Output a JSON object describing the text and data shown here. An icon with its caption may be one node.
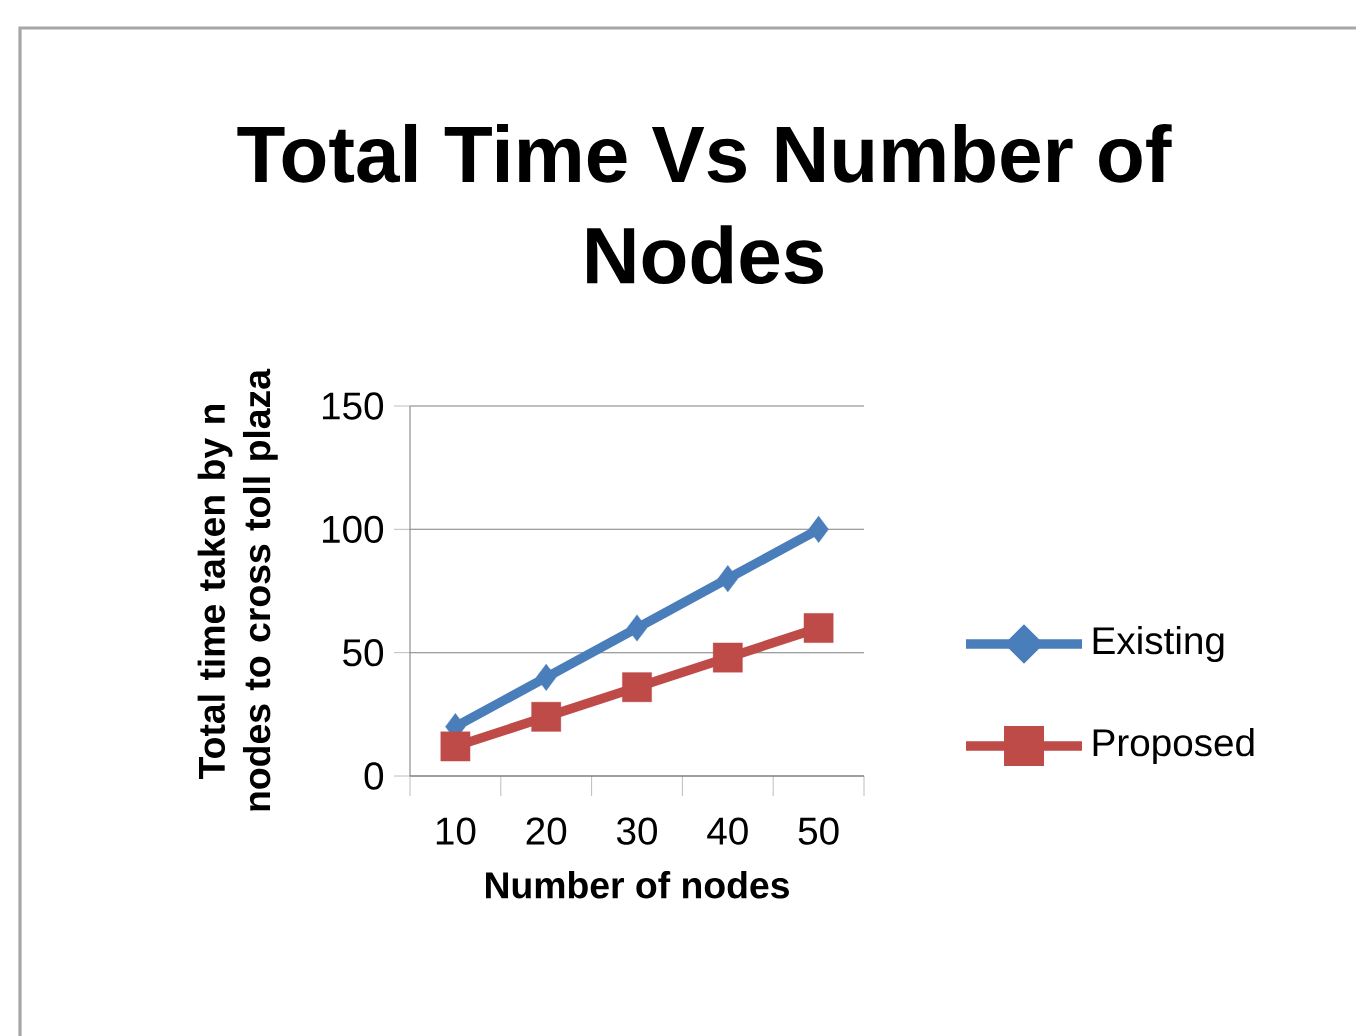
{
  "diagram": {
    "chart_data": {
      "type": "line",
      "title": "Total Time Vs Number of Nodes",
      "xlabel": "Number of nodes",
      "ylabel": "Total time taken by n nodes to cross toll plaza",
      "categories": [
        "10",
        "20",
        "30",
        "40",
        "50"
      ],
      "series": [
        {
          "name": "Existing",
          "color": "#4a7ebb",
          "marker": "diamond",
          "values": [
            20,
            40,
            60,
            80,
            100
          ]
        },
        {
          "name": "Proposed",
          "color": "#be4b48",
          "marker": "square",
          "values": [
            12,
            24,
            36,
            48,
            60
          ]
        }
      ],
      "legend": true,
      "ylim": [
        0,
        150
      ],
      "yticks": [
        0,
        50,
        100,
        150
      ]
    }
  }
}
